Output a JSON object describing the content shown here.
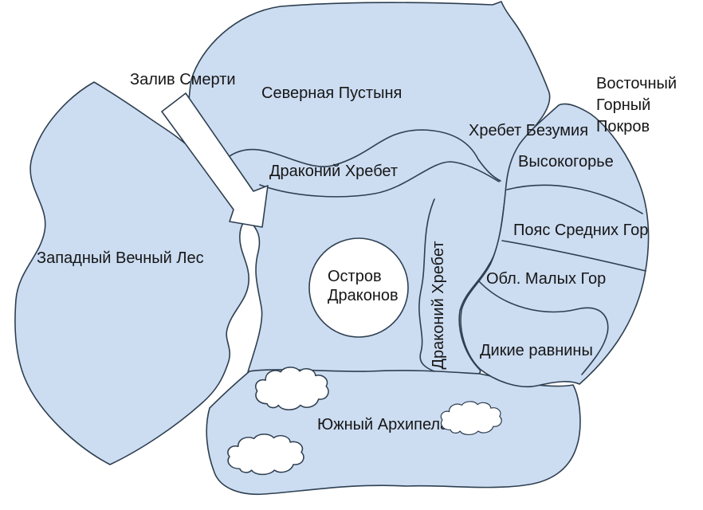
{
  "map": {
    "type": "fantasy-region-map",
    "colors": {
      "background": "#ffffff",
      "land_fill": "#ccdcf1",
      "outline": "#2e3f50",
      "label_text": "#161616",
      "island_fill": "#ffffff",
      "cloud_fill": "#ffffff"
    },
    "labels": {
      "bay_of_death": "Залив Смерти",
      "northern_desert": "Северная Пустыня",
      "eastern_mountain_cover_line1": "Восточный",
      "eastern_mountain_cover_line2": "Горный",
      "eastern_mountain_cover_line3": "Покров",
      "madness_ridge": "Хребет Безумия",
      "highlands": "Высокогорье",
      "dragon_ridge_north": "Драконий Хребет",
      "middle_mountains_belt": "Пояс Средних Гор",
      "western_eternal_forest": "Западный Вечный Лес",
      "dragon_island_line1": "Остров",
      "dragon_island_line2": "Драконов",
      "small_mountains_region": "Обл. Малых Гор",
      "dragon_ridge_vertical": "Драконий Хребет",
      "wild_plains": "Дикие равнины",
      "southern_archipelago": "Южный Архипелаг"
    },
    "features": {
      "island_circle": "Остров Драконов",
      "gulf_arrow": "Залив Смерти",
      "cloud_count": 3
    }
  }
}
